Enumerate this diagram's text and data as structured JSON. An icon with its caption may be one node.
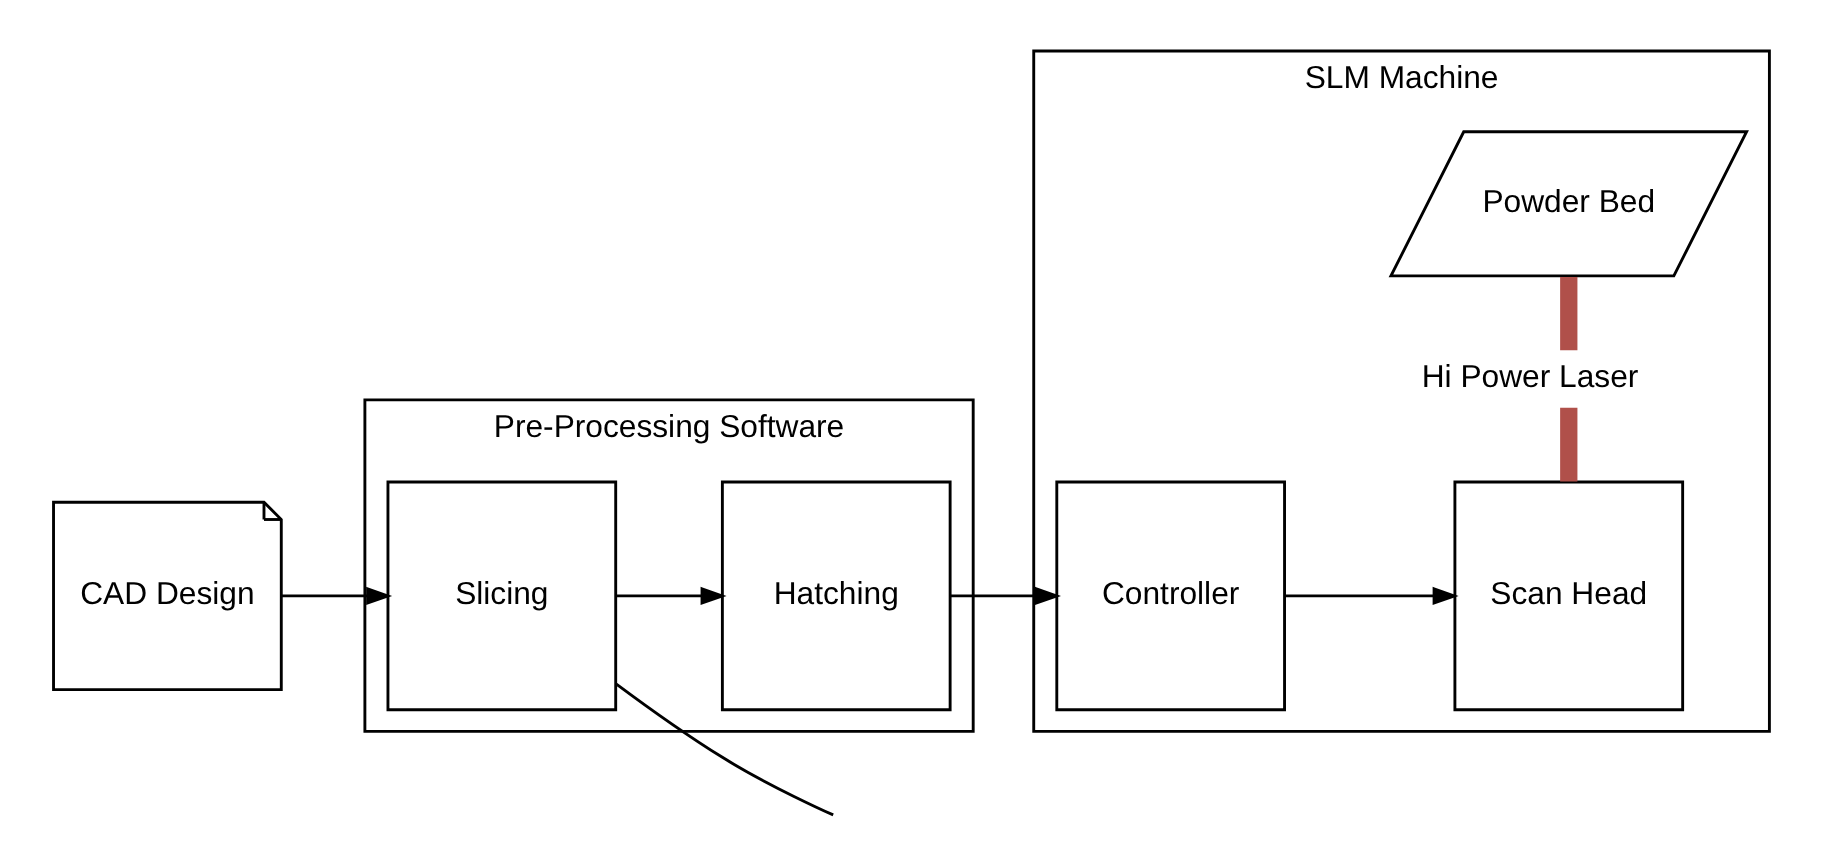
{
  "diagram": {
    "nodes": [
      {
        "text": [
          "CAD Design"
        ]
      },
      {
        "text": [
          "Pre-Processing Software"
        ]
      },
      {
        "text": [
          "Slicing"
        ],
        "in": 1
      },
      {
        "text": [
          "Hatching"
        ],
        "in": 1
      },
      {
        "text": [
          "SLM Machine"
        ]
      },
      {
        "text": [
          "Controller"
        ],
        "in": 4
      },
      {
        "text": [
          "Scan Head"
        ],
        "in": 4
      },
      {
        "text": [
          "Powder Bed"
        ],
        "in": 4
      }
    ],
    "edges": [
      {
        "from": 0,
        "to": 2,
        "arrow": "to"
      },
      {
        "from": 2,
        "to": 3,
        "arrow": "to"
      },
      {
        "from": 3,
        "to": 5,
        "arrow": "to"
      },
      {
        "from": 5,
        "to": 6,
        "arrow": "to"
      },
      {
        "from": 6,
        "to": 7,
        "arrow": "none",
        "label": "Hi Power Laser",
        "style": "thick",
        "color": "#b0504a"
      },
      {
        "from": 2,
        "to": null,
        "arrow": "none"
      }
    ]
  }
}
